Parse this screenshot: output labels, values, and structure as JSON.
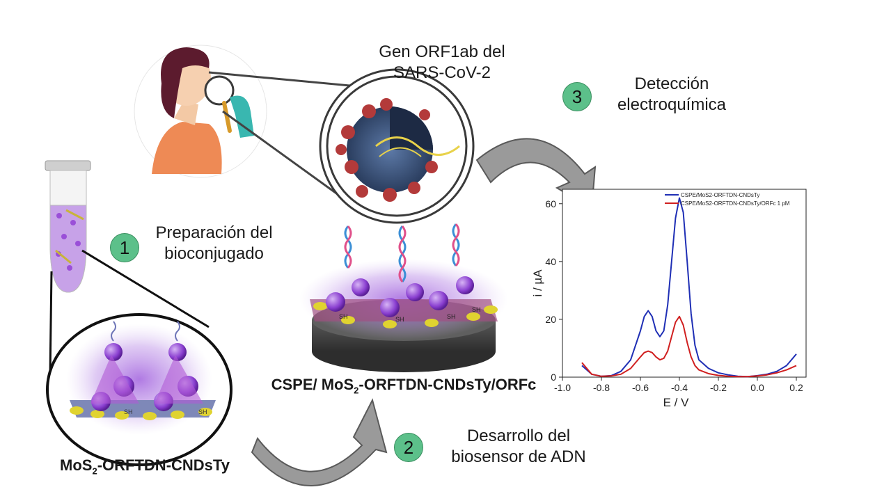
{
  "labels": {
    "gene_title_line1": "Gen ORF1ab del",
    "gene_title_line2": "SARS-CoV-2",
    "step1_number": "1",
    "step1_line1": "Preparación del",
    "step1_line2": "bioconjugado",
    "step2_number": "2",
    "step2_line1": "Desarrollo del",
    "step2_line2": "biosensor de ADN",
    "step3_number": "3",
    "step3_line1": "Detección",
    "step3_line2": "electroquímica",
    "bioconjugate_pre": "MoS",
    "bioconjugate_sub": "2",
    "bioconjugate_post": "-ORFTDN-CNDsTy",
    "electrode_pre": "CSPE/ MoS",
    "electrode_sub": "2",
    "electrode_post": "-ORFTDN-CNDsTy/ORFc"
  },
  "colors": {
    "badge": "#5cc08a",
    "arrow": "#9a9a9a",
    "purple_glow": "#9b59d6",
    "series_blue": "#1f2fb5",
    "series_red": "#d02020"
  },
  "chart_data": {
    "type": "line",
    "xlabel": "E / V",
    "ylabel": "i / µA",
    "xlim": [
      -1.0,
      0.25
    ],
    "ylim": [
      0,
      65
    ],
    "xticks": [
      -1.0,
      -0.8,
      -0.6,
      -0.4,
      -0.2,
      0.0,
      0.2
    ],
    "xtick_labels": [
      "-1.0",
      "-0.8",
      "-0.6",
      "-0.4",
      "-0.2",
      "0.0",
      "0.2"
    ],
    "yticks": [
      0,
      20,
      40,
      60
    ],
    "ytick_labels": [
      "0",
      "20",
      "40",
      "60"
    ],
    "legend_position": "top-right",
    "series": [
      {
        "name": "CSPE/MoS2-ORFTDN-CNDsTy",
        "color": "#1f2fb5",
        "x": [
          -0.9,
          -0.85,
          -0.8,
          -0.75,
          -0.7,
          -0.65,
          -0.6,
          -0.58,
          -0.56,
          -0.54,
          -0.52,
          -0.5,
          -0.48,
          -0.46,
          -0.44,
          -0.42,
          -0.4,
          -0.38,
          -0.36,
          -0.34,
          -0.32,
          -0.3,
          -0.25,
          -0.2,
          -0.15,
          -0.1,
          -0.05,
          0.0,
          0.05,
          0.1,
          0.15,
          0.2
        ],
        "y": [
          4,
          1,
          0.3,
          0.5,
          2,
          6,
          16,
          21,
          23,
          21,
          16,
          14,
          16,
          25,
          40,
          55,
          62,
          57,
          40,
          22,
          11,
          6,
          3,
          1.5,
          0.8,
          0.3,
          0.2,
          0.5,
          1,
          2,
          4,
          8
        ]
      },
      {
        "name": "CSPE/MoS2-ORFTDN-CNDsTy/ORFc 1 pM",
        "color": "#d02020",
        "x": [
          -0.9,
          -0.85,
          -0.8,
          -0.75,
          -0.7,
          -0.65,
          -0.6,
          -0.58,
          -0.56,
          -0.54,
          -0.52,
          -0.5,
          -0.48,
          -0.46,
          -0.44,
          -0.42,
          -0.4,
          -0.38,
          -0.36,
          -0.34,
          -0.32,
          -0.3,
          -0.25,
          -0.2,
          -0.15,
          -0.1,
          -0.05,
          0.0,
          0.05,
          0.1,
          0.15,
          0.2
        ],
        "y": [
          5,
          1,
          0.3,
          0.4,
          1,
          3,
          7,
          8.5,
          9,
          8.5,
          7,
          6,
          6.5,
          9,
          14,
          19,
          21,
          18,
          12,
          7,
          4,
          2.5,
          1.2,
          0.6,
          0.3,
          0.2,
          0.2,
          0.4,
          0.8,
          1.5,
          2.5,
          4
        ]
      }
    ]
  }
}
